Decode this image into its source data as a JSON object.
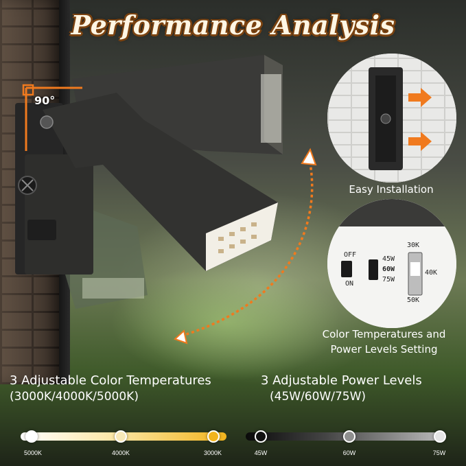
{
  "title": "Performance Analysis",
  "angle": "90°",
  "callouts": {
    "install": {
      "caption": "Easy Installation"
    },
    "switch": {
      "caption_line1": "Color Temperatures and",
      "caption_line2": "Power Levels Setting",
      "switch_labels": {
        "off": "OFF",
        "on": "ON",
        "w45": "45W",
        "w60": "60W",
        "w75": "75W",
        "k30": "30K",
        "k40": "40K",
        "k50": "50K"
      }
    }
  },
  "color_temperature": {
    "heading": "3 Adjustable Color Temperatures",
    "subheading": "(3000K/4000K/5000K)",
    "ticks": [
      "5000K",
      "4000K",
      "3000K"
    ],
    "knob_colors": [
      "#ffffff",
      "#f8e9b8",
      "#f2b41e"
    ]
  },
  "power_levels": {
    "heading": "3 Adjustable Power Levels",
    "subheading": "(45W/60W/75W)",
    "ticks": [
      "45W",
      "60W",
      "75W"
    ],
    "knob_colors": [
      "#111111",
      "#8f8f8f",
      "#e5e5e5"
    ]
  },
  "colors": {
    "accent_orange": "#f07a1e",
    "title_outline": "#7a4210"
  }
}
